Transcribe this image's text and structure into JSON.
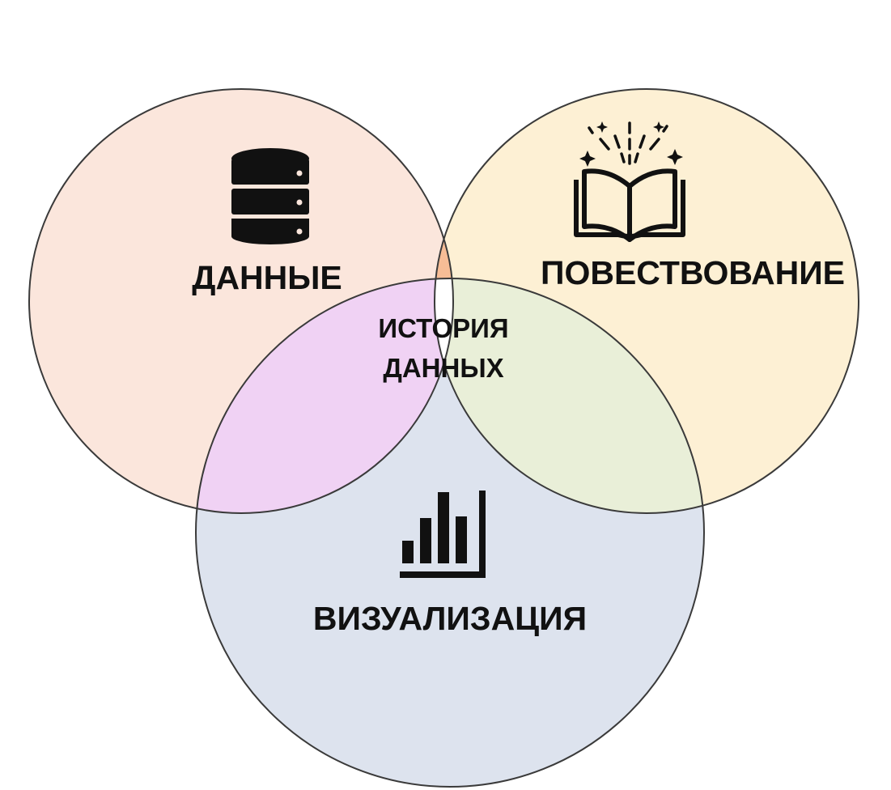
{
  "diagram": {
    "type": "venn",
    "sets": {
      "data": {
        "label": "ДАННЫЕ",
        "icon": "database-icon",
        "fill": "#fbe6dc"
      },
      "story": {
        "label": "ПОВЕСТВОВАНИЕ",
        "icon": "open-book-icon",
        "fill": "#fdf0d4"
      },
      "viz": {
        "label": "ВИЗУАЛИЗАЦИЯ",
        "icon": "bar-chart-icon",
        "fill": "#dde3ee"
      }
    },
    "overlaps": {
      "data_story": {
        "fill": "#f7bd96"
      },
      "data_viz": {
        "fill": "#f0d2f4"
      },
      "story_viz": {
        "fill": "#e9efd8"
      }
    },
    "center": {
      "line1": "ИСТОРИЯ",
      "line2": "ДАННЫХ",
      "fill": "#ffffff"
    },
    "outline_color": "#3a3a3a"
  }
}
